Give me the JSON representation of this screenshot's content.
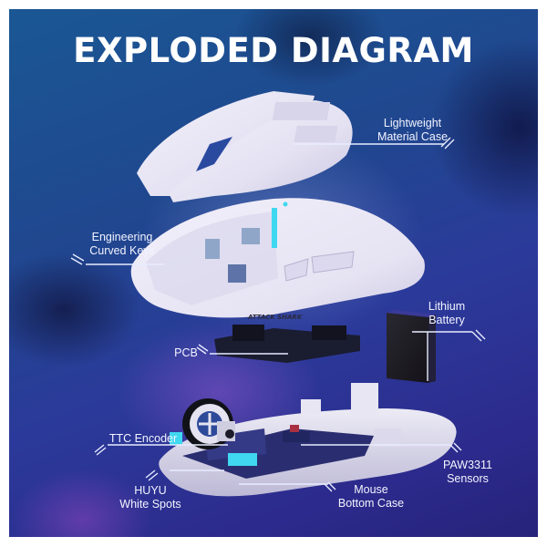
{
  "title": "EXPLODED DIAGRAM",
  "brand_logo_text": "ATTACK SHARK",
  "colors": {
    "background_top": "#1a5794",
    "background_bottom": "#26237a",
    "text": "#ffffff",
    "leader_line": "#e8ecff",
    "accent_cyan": "#3fd8f0",
    "shell_white": "#eceaf6",
    "battery": "#1c1a22",
    "pcb": "#1a1c30"
  },
  "callouts": [
    {
      "id": "lightweight-material-case",
      "line1": "Lightweight",
      "line2": "Material Case"
    },
    {
      "id": "engineering-curved-keys",
      "line1": "Engineering",
      "line2": "Curved Keys"
    },
    {
      "id": "lithium-battery",
      "line1": "Lithium",
      "line2": "Battery"
    },
    {
      "id": "pcb",
      "line1": "PCB",
      "line2": ""
    },
    {
      "id": "ttc-encoder",
      "line1": "TTC Encoder",
      "line2": ""
    },
    {
      "id": "huyu-white-spots",
      "line1": "HUYU",
      "line2": "White Spots"
    },
    {
      "id": "mouse-bottom-case",
      "line1": "Mouse",
      "line2": "Bottom Case"
    },
    {
      "id": "paw3311-sensors",
      "line1": "PAW3311",
      "line2": "Sensors"
    }
  ]
}
